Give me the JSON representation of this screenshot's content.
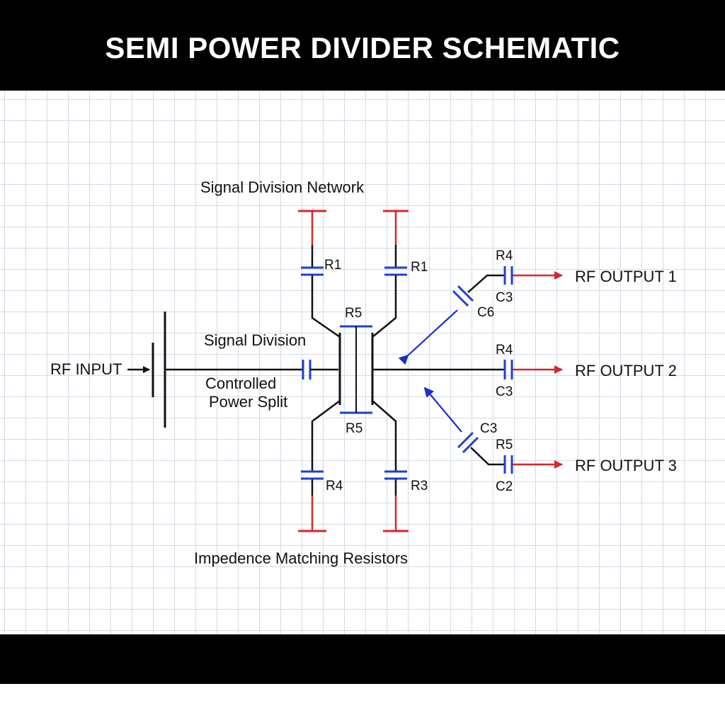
{
  "title": "SEMI POWER DIVIDER SCHEMATIC",
  "labels": {
    "signal_division_network": "Signal Division Network",
    "signal_division": "Signal Division",
    "controlled": "Controlled",
    "power_split": "Power Split",
    "impedance_matching": "Impedence Matching Resistors",
    "rf_input": "RF INPUT",
    "rf_output_1": "RF OUTPUT 1",
    "rf_output_2": "RF OUTPUT 2",
    "rf_output_3": "RF OUTPUT 3"
  },
  "components": {
    "top_left": "R1",
    "top_right": "R1",
    "mid_top": "R5",
    "mid_bottom": "R5",
    "bottom_left": "R4",
    "bottom_right": "R3",
    "out1_r": "R4",
    "out1_c": "C3",
    "out1_diag_c": "C6",
    "out2_r": "R4",
    "out2_c": "C3",
    "out3_diag_c": "C3",
    "out3_r": "R5",
    "out3_c": "C2"
  },
  "colors": {
    "wire": "#111111",
    "capacitor": "#1f3fd0",
    "resistor_lead": "#d8262a",
    "arrow_output": "#d8262a",
    "arrow_feedback": "#1a2fc8"
  }
}
